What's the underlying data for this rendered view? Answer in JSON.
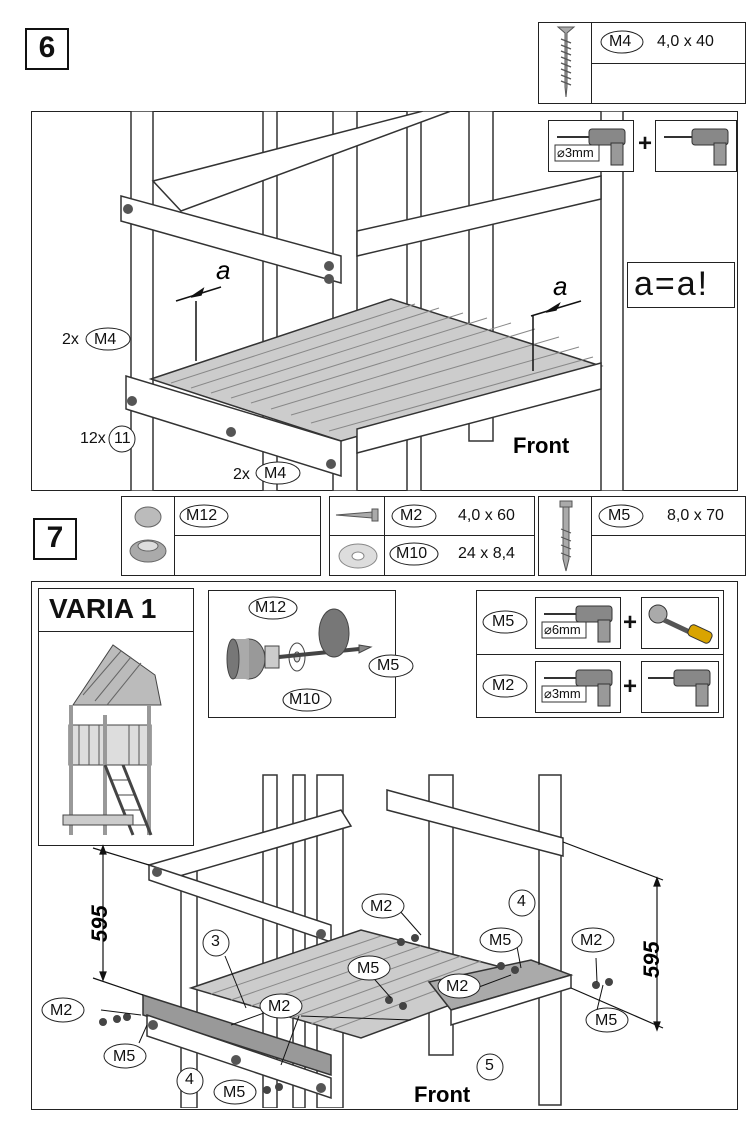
{
  "step6": {
    "number": "6",
    "hardware": {
      "code": "M4",
      "size": "4,0 x 40"
    },
    "drill_label": "⌀3mm",
    "plus": "+",
    "equation": "a=a!",
    "dim_a": "a",
    "callouts": {
      "left_m4_count": "2x",
      "left_m4_code": "M4",
      "part_count": "12x",
      "part_code": "11",
      "bottom_m4_count": "2x",
      "bottom_m4_code": "M4"
    },
    "front_label": "Front"
  },
  "step7": {
    "number": "7",
    "hardware": [
      {
        "code": "M12",
        "size": ""
      },
      {
        "code": "M2",
        "size": "4,0 x 60"
      },
      {
        "code": "M10",
        "size": "24 x 8,4"
      },
      {
        "code": "M5",
        "size": "8,0 x 70"
      }
    ],
    "variant_title": "VARIA 1",
    "exploded": {
      "a": "M12",
      "b": "M10",
      "c": "M5"
    },
    "tools": [
      {
        "code": "M5",
        "drill": "⌀6mm"
      },
      {
        "code": "M2",
        "drill": "⌀3mm"
      }
    ],
    "plus": "+",
    "dimension_left": "595",
    "dimension_right": "595",
    "labels": {
      "m2_a": "M2",
      "m2_b": "M2",
      "m2_c": "M2",
      "m2_d": "M2",
      "m2_e": "M2",
      "m5_a": "M5",
      "m5_b": "M5",
      "m5_c": "M5",
      "m5_d": "M5",
      "m5_e": "M5",
      "part_3": "3",
      "part_4a": "4",
      "part_4b": "4",
      "part_5": "5"
    },
    "front_label": "Front"
  }
}
